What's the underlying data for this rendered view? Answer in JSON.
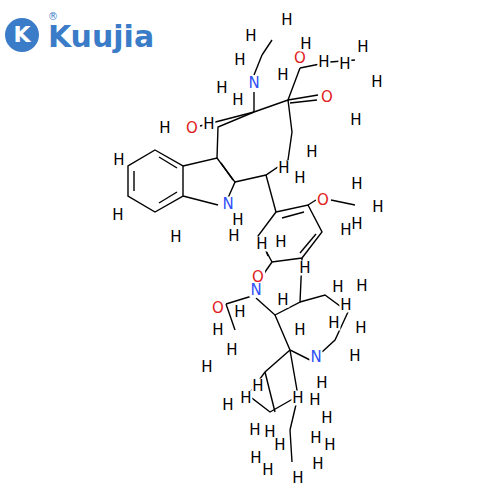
{
  "diagram": {
    "labels": [
      "K",
      "Kuujia",
      "®",
      "H",
      "H",
      "O",
      "H",
      "N",
      "H",
      "H",
      "H",
      "H",
      "H",
      "H",
      "H",
      "H",
      "O",
      "H",
      "O",
      "H",
      "H",
      "H",
      "H",
      "H",
      "H",
      "H",
      "H",
      "N",
      "H",
      "O",
      "H",
      "H",
      "H",
      "H",
      "H",
      "H",
      "H",
      "H",
      "O",
      "N",
      "H",
      "O",
      "H",
      "H",
      "H",
      "H",
      "H",
      "H",
      "N",
      "H",
      "H",
      "H",
      "H",
      "H",
      "H",
      "H",
      "H",
      "H",
      "H",
      "H",
      "H",
      "H",
      "H",
      "H",
      "H",
      "H",
      "H",
      "H",
      "H",
      "H"
    ]
  }
}
